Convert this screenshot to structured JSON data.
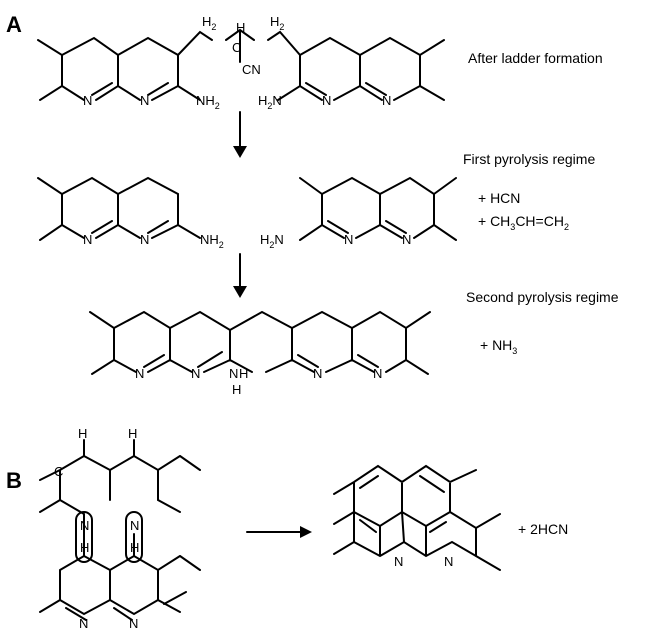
{
  "panels": {
    "a": "A",
    "b": "B"
  },
  "stages": {
    "ladder": "After ladder formation",
    "first": "First pyrolysis regime",
    "second": "Second pyrolysis regime"
  },
  "byproducts": {
    "hcn": "+ HCN",
    "propene": {
      "prefix": "+ CH",
      "s1": "3",
      "mid": "CH=CH",
      "s2": "2"
    },
    "ammonia": {
      "prefix": "+ NH",
      "s1": "3"
    },
    "two_hcn": "+ 2HCN"
  },
  "atoms": {
    "N": "N",
    "H": "H",
    "C": "C",
    "CN": "CN",
    "NH2": {
      "base": "NH",
      "sub": "2"
    },
    "H2N": {
      "base": "H",
      "sub": "2",
      "tail": "N"
    },
    "CH2": {
      "base": "H",
      "sub": "2"
    }
  }
}
